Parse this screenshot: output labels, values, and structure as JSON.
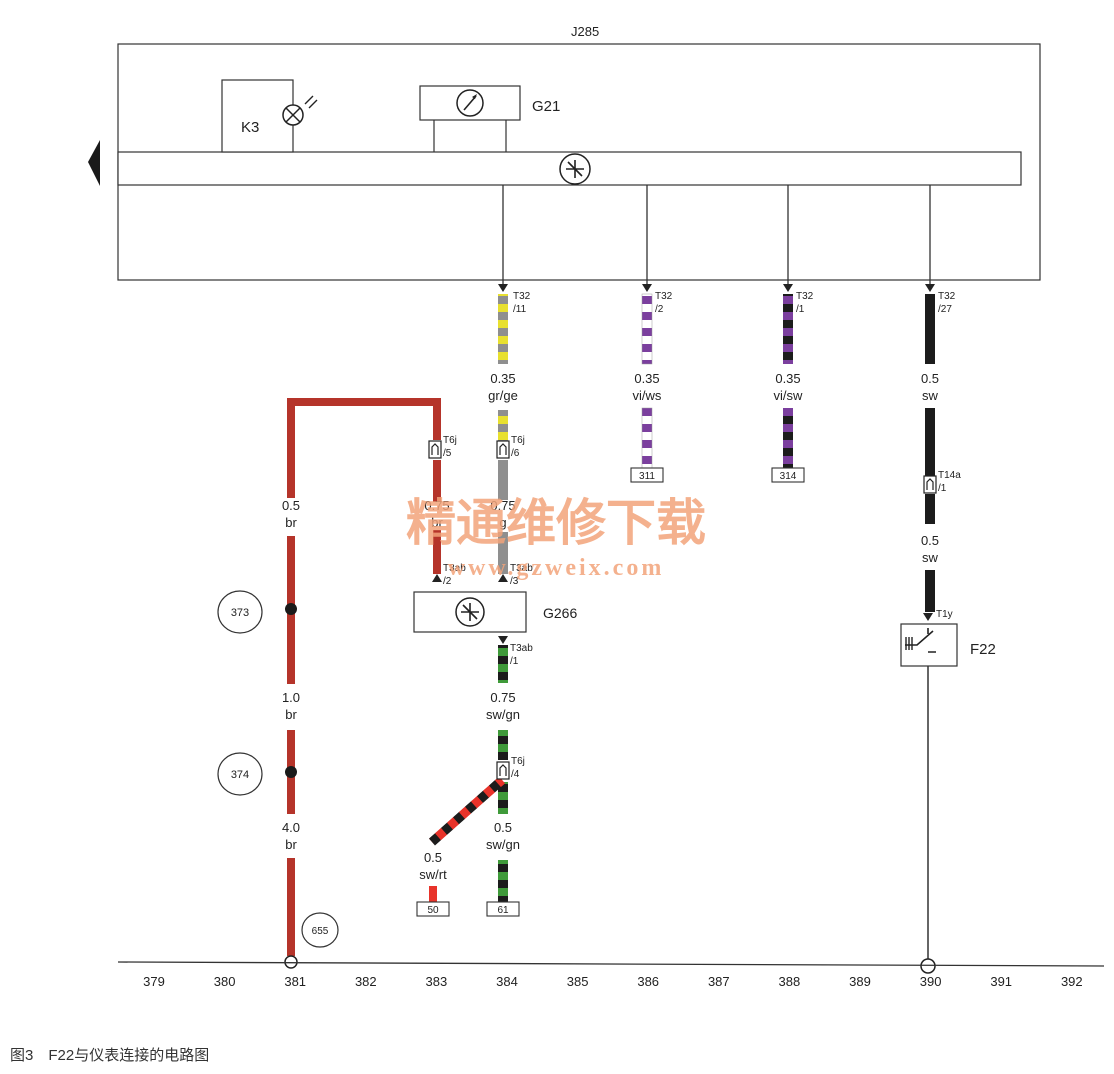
{
  "caption": "图3　F22与仪表连接的电路图",
  "watermark": {
    "line1": "精通维修下载",
    "line2": "www.gzweix.com"
  },
  "components": {
    "j285": "J285",
    "k3": "K3",
    "g21": "G21",
    "g266": "G266",
    "f22": "F22"
  },
  "connectors": {
    "t32_11": [
      "T32",
      "/11"
    ],
    "t32_2": [
      "T32",
      "/2"
    ],
    "t32_1": [
      "T32",
      "/1"
    ],
    "t32_27": [
      "T32",
      "/27"
    ],
    "t6j_5": [
      "T6j",
      "/5"
    ],
    "t6j_6": [
      "T6j",
      "/6"
    ],
    "t6j_4": [
      "T6j",
      "/4"
    ],
    "t14a_1": [
      "T14a",
      "/1"
    ],
    "t3ab_2": [
      "T3ab",
      "/2"
    ],
    "t3ab_3": [
      "T3ab",
      "/3"
    ],
    "t3ab_1": [
      "T3ab",
      "/1"
    ],
    "t1y": "T1y"
  },
  "wires": {
    "w_grge": [
      "0.35",
      "gr/ge"
    ],
    "w_viws": [
      "0.35",
      "vi/ws"
    ],
    "w_visw": [
      "0.35",
      "vi/sw"
    ],
    "w_sw_top": [
      "0.5",
      "sw"
    ],
    "w_sw_mid": [
      "0.5",
      "sw"
    ],
    "w_br_05": [
      "0.5",
      "br"
    ],
    "w_br_075": [
      "0.75",
      "br"
    ],
    "w_g_075": [
      "0.75",
      "g"
    ],
    "w_swgn_075": [
      "0.75",
      "sw/gn"
    ],
    "w_swgn_05": [
      "0.5",
      "sw/gn"
    ],
    "w_swrt": [
      "0.5",
      "sw/rt"
    ],
    "w_br_10": [
      "1.0",
      "br"
    ],
    "w_br_40": [
      "4.0",
      "br"
    ]
  },
  "refboxes": {
    "r311": "311",
    "r314": "314",
    "r50": "50",
    "r61": "61"
  },
  "grounds": {
    "g373": "373",
    "g374": "374",
    "g655": "655"
  },
  "track_numbers": [
    "379",
    "380",
    "381",
    "382",
    "383",
    "384",
    "385",
    "386",
    "387",
    "388",
    "389",
    "390",
    "391",
    "392"
  ],
  "colors": {
    "br": "#b5342a",
    "gr": "#8f8f8f",
    "ge": "#e8e030",
    "vi": "#7b3f9e",
    "sw": "#1c1c1c",
    "gn": "#3f9a3a",
    "rt": "#e8332a",
    "watermark": "#f2a37a"
  }
}
